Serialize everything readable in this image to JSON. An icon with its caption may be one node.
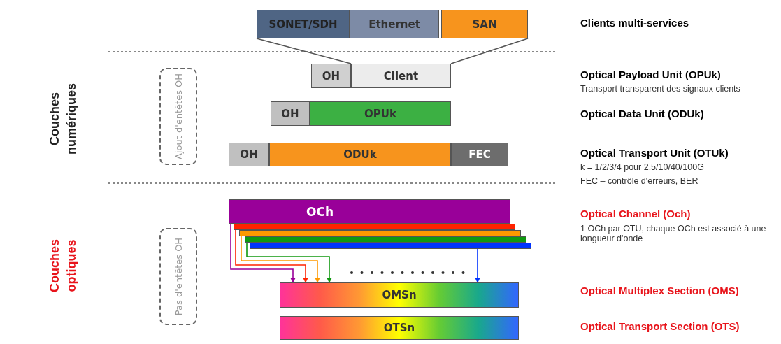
{
  "diagram": {
    "nodes": [
      {
        "text": [
          "SONET/SDH"
        ]
      },
      {
        "text": [
          "Ethernet"
        ]
      },
      {
        "text": [
          "SAN"
        ]
      },
      {
        "text": [
          "OH"
        ]
      },
      {
        "text": [
          "Client"
        ]
      },
      {
        "text": [
          "OH"
        ]
      },
      {
        "text": [
          "OPUk"
        ]
      },
      {
        "text": [
          "OH"
        ]
      },
      {
        "text": [
          "ODUk"
        ]
      },
      {
        "text": [
          "FEC"
        ]
      },
      {
        "text": [
          "OCh"
        ]
      },
      {
        "text": [],
        "shape": "bar"
      },
      {
        "text": [],
        "shape": "bar"
      },
      {
        "text": [],
        "shape": "bar"
      },
      {
        "text": [],
        "shape": "bar"
      },
      {
        "text": [
          "OMSn"
        ]
      },
      {
        "text": [
          "OTSn"
        ]
      },
      {
        "text": [
          "Ajout d'entêtes OH"
        ]
      },
      {
        "text": [
          "Pas d'entêtes OH"
        ]
      }
    ],
    "edges": [
      {
        "from": 0,
        "to": 4,
        "arrow": "none"
      },
      {
        "from": 2,
        "to": 4,
        "arrow": "none"
      },
      {
        "from": 10,
        "to": 15,
        "arrow": "to",
        "color": "#990099"
      },
      {
        "from": 11,
        "to": 15,
        "arrow": "to",
        "color": "#ff2200"
      },
      {
        "from": 12,
        "to": 15,
        "arrow": "to",
        "color": "#ff9900"
      },
      {
        "from": 13,
        "to": 15,
        "arrow": "to",
        "color": "#119911"
      },
      {
        "from": 14,
        "to": 15,
        "arrow": "to",
        "color": "#0033ff"
      }
    ],
    "labels": [
      "Clients multi-services",
      "Couches numériques",
      "Optical Payload Unit (OPUk)",
      "Transport transparent des signaux clients",
      "Optical Data Unit (ODUk)",
      "Optical Transport Unit (OTUk)",
      "k = 1/2/3/4 pour 2.5/10/40/100G",
      "FEC – contrôle d'erreurs, BER",
      "Couches optiques",
      "Optical Channel (Och)",
      "1 OCh par OTU, chaque OCh est associé à une longueur d'onde",
      "Optical Multiplex Section (OMS)",
      "Optical Transport Section (OTS)"
    ]
  }
}
